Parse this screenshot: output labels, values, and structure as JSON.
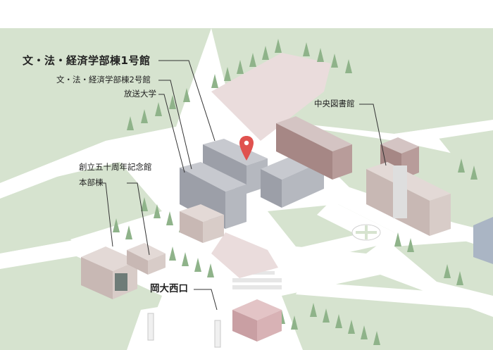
{
  "colors": {
    "lawn": "#d6e3cf",
    "road": "#ffffff",
    "field": "#eadcdc",
    "tree": "#8fb38a",
    "building_gray": "#9c9fa8",
    "building_brown": "#b89c9a",
    "pin": "#e0524f"
  },
  "labels": {
    "bldg1": "文・法・経済学部棟1号館",
    "bldg2": "文・法・経済学部棟2号館",
    "open_univ": "放送大学",
    "central_library": "中央図書館",
    "memorial_hall": "創立五十周年記念館",
    "main_building": "本部棟",
    "west_gate": "岡大西口"
  },
  "icons": {
    "marker": "map-pin-icon"
  }
}
